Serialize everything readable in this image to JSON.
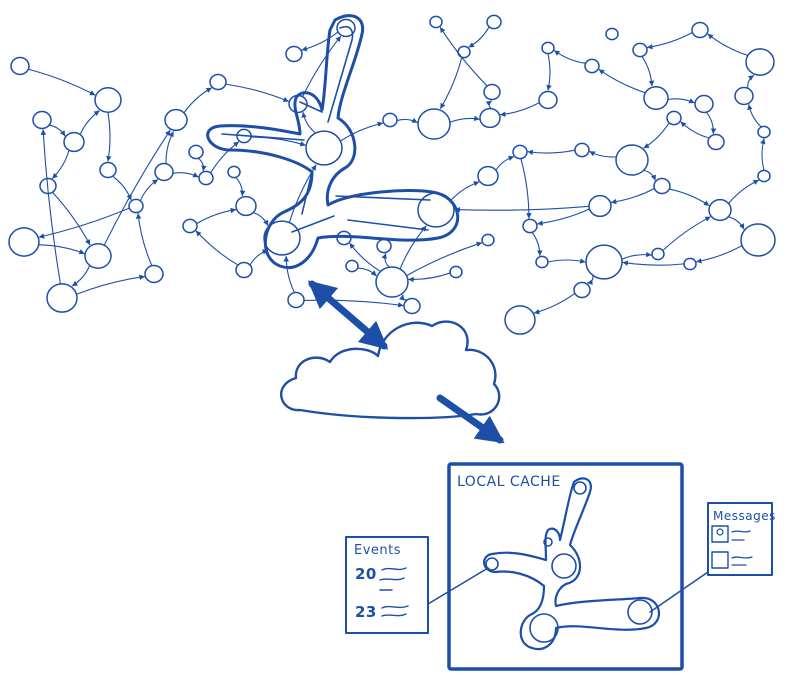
{
  "local_cache": {
    "title": "LOCAL CACHE"
  },
  "events_panel": {
    "title": "Events",
    "items": [
      "20",
      "23"
    ]
  },
  "messages_panel": {
    "title": "Messages"
  },
  "colors": {
    "ink": "#1d4fa8",
    "background": "#ffffff"
  }
}
